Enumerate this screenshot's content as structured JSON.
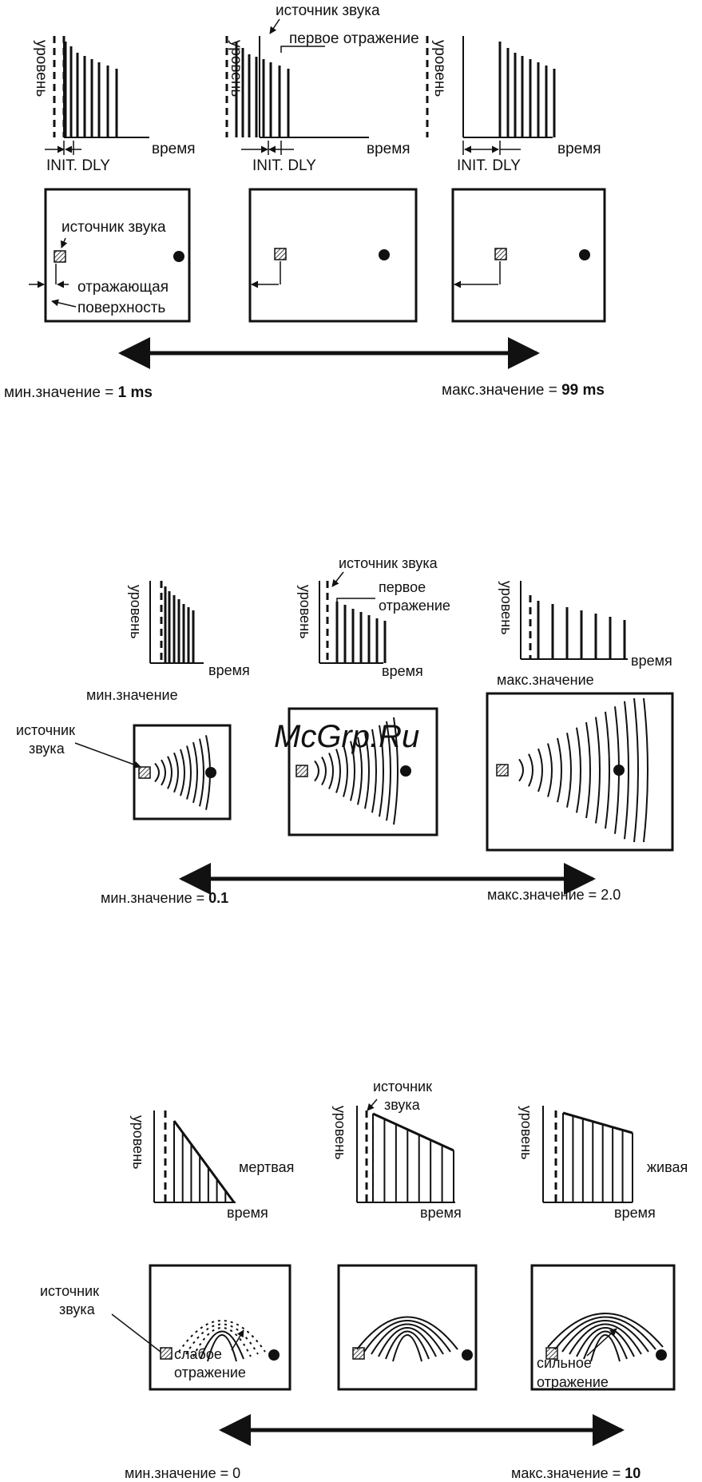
{
  "diagram": {
    "watermark": "McGrp.Ru",
    "axis_level": "уровень",
    "axis_time": "время",
    "section1": {
      "init_dly": "INIT. DLY",
      "label_source": "источник звука",
      "label_first_reflection": "первое отражение",
      "label_reflecting_surface_1": "отражающая",
      "label_reflecting_surface_2": "поверхность",
      "min_prefix": "мин.значение = ",
      "min_value": "1 ms",
      "max_prefix": "макс.значение = ",
      "max_value": "99 ms"
    },
    "section2": {
      "label_source": "источник звука",
      "label_first_1": "первое",
      "label_first_2": "отражение",
      "label_min_value": "мин.значение",
      "label_max_value": "макс.значение",
      "label_source_box_1": "источник",
      "label_source_box_2": "звука",
      "min_prefix": "мин.значение = ",
      "min_value": "0.1",
      "max_prefix": "макс.значение = ",
      "max_value": "2.0"
    },
    "section3": {
      "label_source_1": "источник",
      "label_source_2": "звука",
      "label_dead": "мертвая",
      "label_live": "живая",
      "label_source_box_1": "источник",
      "label_source_box_2": "звука",
      "label_weak_1": "слабое",
      "label_weak_2": "отражение",
      "label_strong_1": "сильное",
      "label_strong_2": "отражение",
      "min_prefix": "мин.значение = ",
      "min_value": "0",
      "max_prefix": "макс.значение = ",
      "max_value": "10"
    }
  }
}
